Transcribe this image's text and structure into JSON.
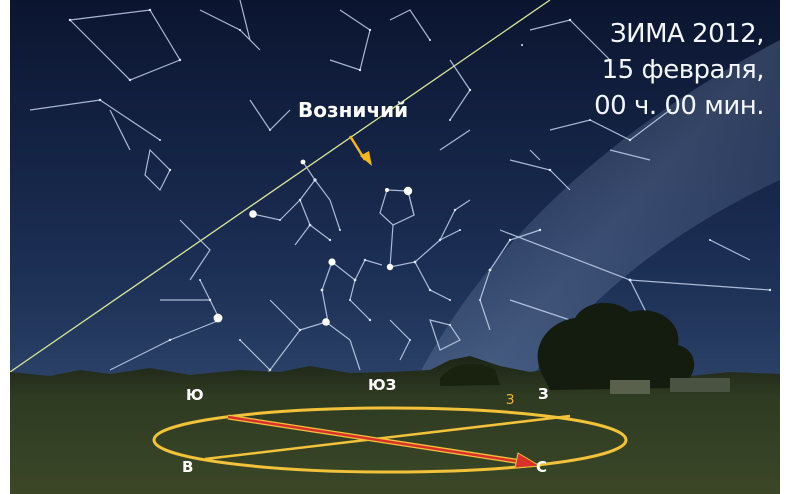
{
  "caption": {
    "season_line": "ЗИМА 2012,",
    "date_line": "15 февраля,",
    "time_line": "00 ч. 00 мин."
  },
  "constellation_label": "Возничий",
  "directions": {
    "south": "Ю",
    "southwest": "ЮЗ",
    "west": "З",
    "west_small": "З",
    "east": "В",
    "north": "С"
  },
  "colors": {
    "sky_top": "#0c1633",
    "sky_bottom": "#2a4267",
    "ground": "#2f3a24",
    "horizon_ellipse": "#f2c23a",
    "arrow": "#d8322b",
    "ecliptic": "#d9e59a",
    "constellation_lines": "#c4d3f0",
    "pointer": "#f2b823"
  }
}
